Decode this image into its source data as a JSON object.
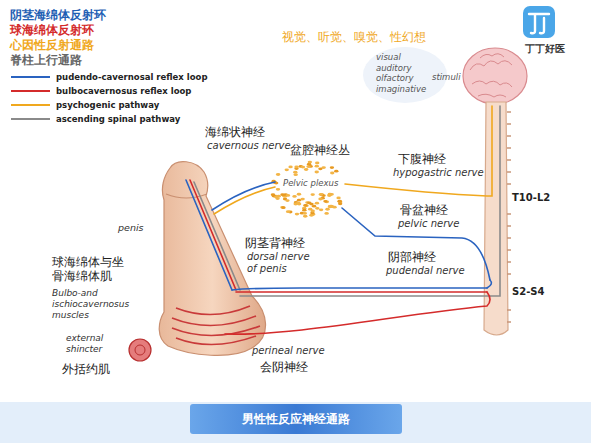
{
  "diagram": {
    "title": "男性性反应神经通路",
    "labels": [
      "阴茎海绵体反射环",
      "球海绵体反射环",
      "心因性反射通路",
      "脊柱上行通路",
      "视觉、听觉、嗅觉、性幻想",
      "visual auditory olfactory imaginative",
      "stimuli",
      "海绵状神经",
      "cavernous nerve",
      "盆腔神经丛",
      "Pelvic plexus",
      "下腹神经",
      "hypogastric nerve",
      "T10-L2",
      "骨盆神经",
      "pelvic nerve",
      "阴部神经",
      "pudendal nerve",
      "S2-S4",
      "penis",
      "球海绵体与坐骨海绵体肌",
      "Bulbo-and ischiocavernosus muscles",
      "阴茎背神经",
      "dorsal nerve of penis",
      "external shincter",
      "外括约肌",
      "perineal nerve",
      "会阴神经",
      "丁丁好医"
    ],
    "legend": [
      {
        "text": "pudendo-cavernosal reflex loop"
      },
      {
        "text": "bulbocavernosus reflex loop"
      },
      {
        "text": "psychogenic pathway"
      },
      {
        "text": "ascending spinal pathway"
      }
    ]
  }
}
